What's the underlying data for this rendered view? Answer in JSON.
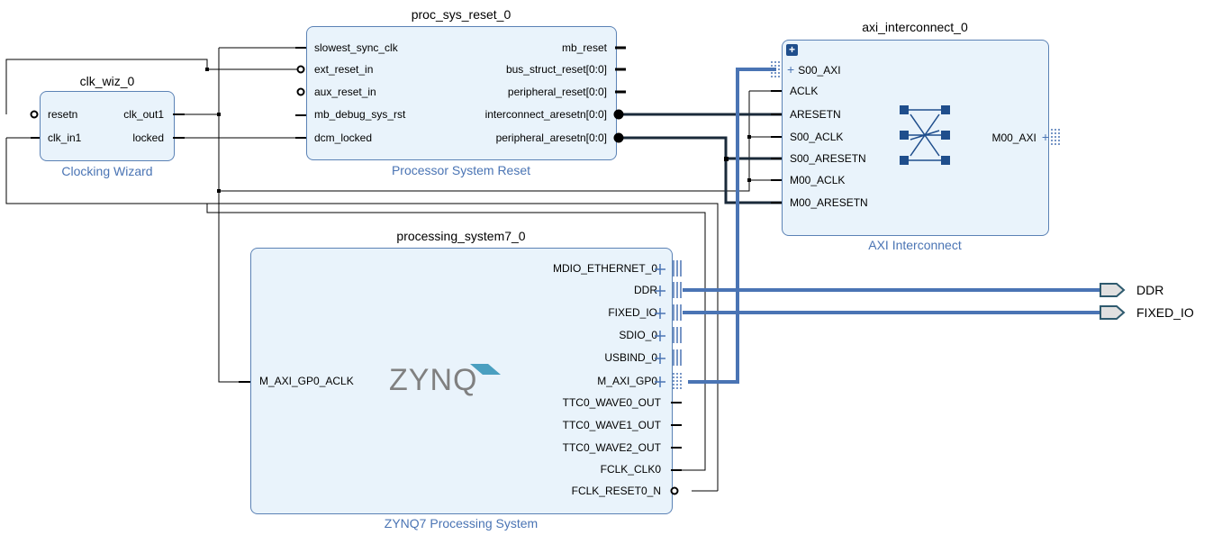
{
  "blocks": {
    "clk_wiz": {
      "instance": "clk_wiz_0",
      "subtitle": "Clocking Wizard",
      "ports_left": [
        "resetn",
        "clk_in1"
      ],
      "ports_right": [
        "clk_out1",
        "locked"
      ]
    },
    "proc_sys_reset": {
      "instance": "proc_sys_reset_0",
      "subtitle": "Processor System Reset",
      "ports_left": [
        "slowest_sync_clk",
        "ext_reset_in",
        "aux_reset_in",
        "mb_debug_sys_rst",
        "dcm_locked"
      ],
      "ports_right": [
        "mb_reset",
        "bus_struct_reset[0:0]",
        "peripheral_reset[0:0]",
        "interconnect_aresetn[0:0]",
        "peripheral_aresetn[0:0]"
      ]
    },
    "axi_interconnect": {
      "instance": "axi_interconnect_0",
      "subtitle": "AXI Interconnect",
      "ports_left": [
        "S00_AXI",
        "ACLK",
        "ARESETN",
        "S00_ACLK",
        "S00_ARESETN",
        "M00_ACLK",
        "M00_ARESETN"
      ],
      "ports_right": [
        "M00_AXI"
      ]
    },
    "processing_system7": {
      "instance": "processing_system7_0",
      "subtitle": "ZYNQ7 Processing System",
      "logo": "ZYNQ",
      "ports_left": [
        "M_AXI_GP0_ACLK"
      ],
      "ports_right": [
        "MDIO_ETHERNET_0",
        "DDR",
        "FIXED_IO",
        "SDIO_0",
        "USBIND_0",
        "M_AXI_GP0",
        "TTC0_WAVE0_OUT",
        "TTC0_WAVE1_OUT",
        "TTC0_WAVE2_OUT",
        "FCLK_CLK0",
        "FCLK_RESET0_N"
      ]
    }
  },
  "external_ports": [
    "DDR",
    "FIXED_IO"
  ],
  "colors": {
    "block_fill": "#e9f3fb",
    "block_border": "#5b82b5",
    "subtitle": "#4a74b4",
    "bus": "#4a74b4",
    "net": "#000000",
    "thick_net": "#1a2a3a",
    "ext_port_fill": "#e0e0e0",
    "ext_port_border": "#2e5a6e",
    "xbar": "#1f4e8c"
  }
}
